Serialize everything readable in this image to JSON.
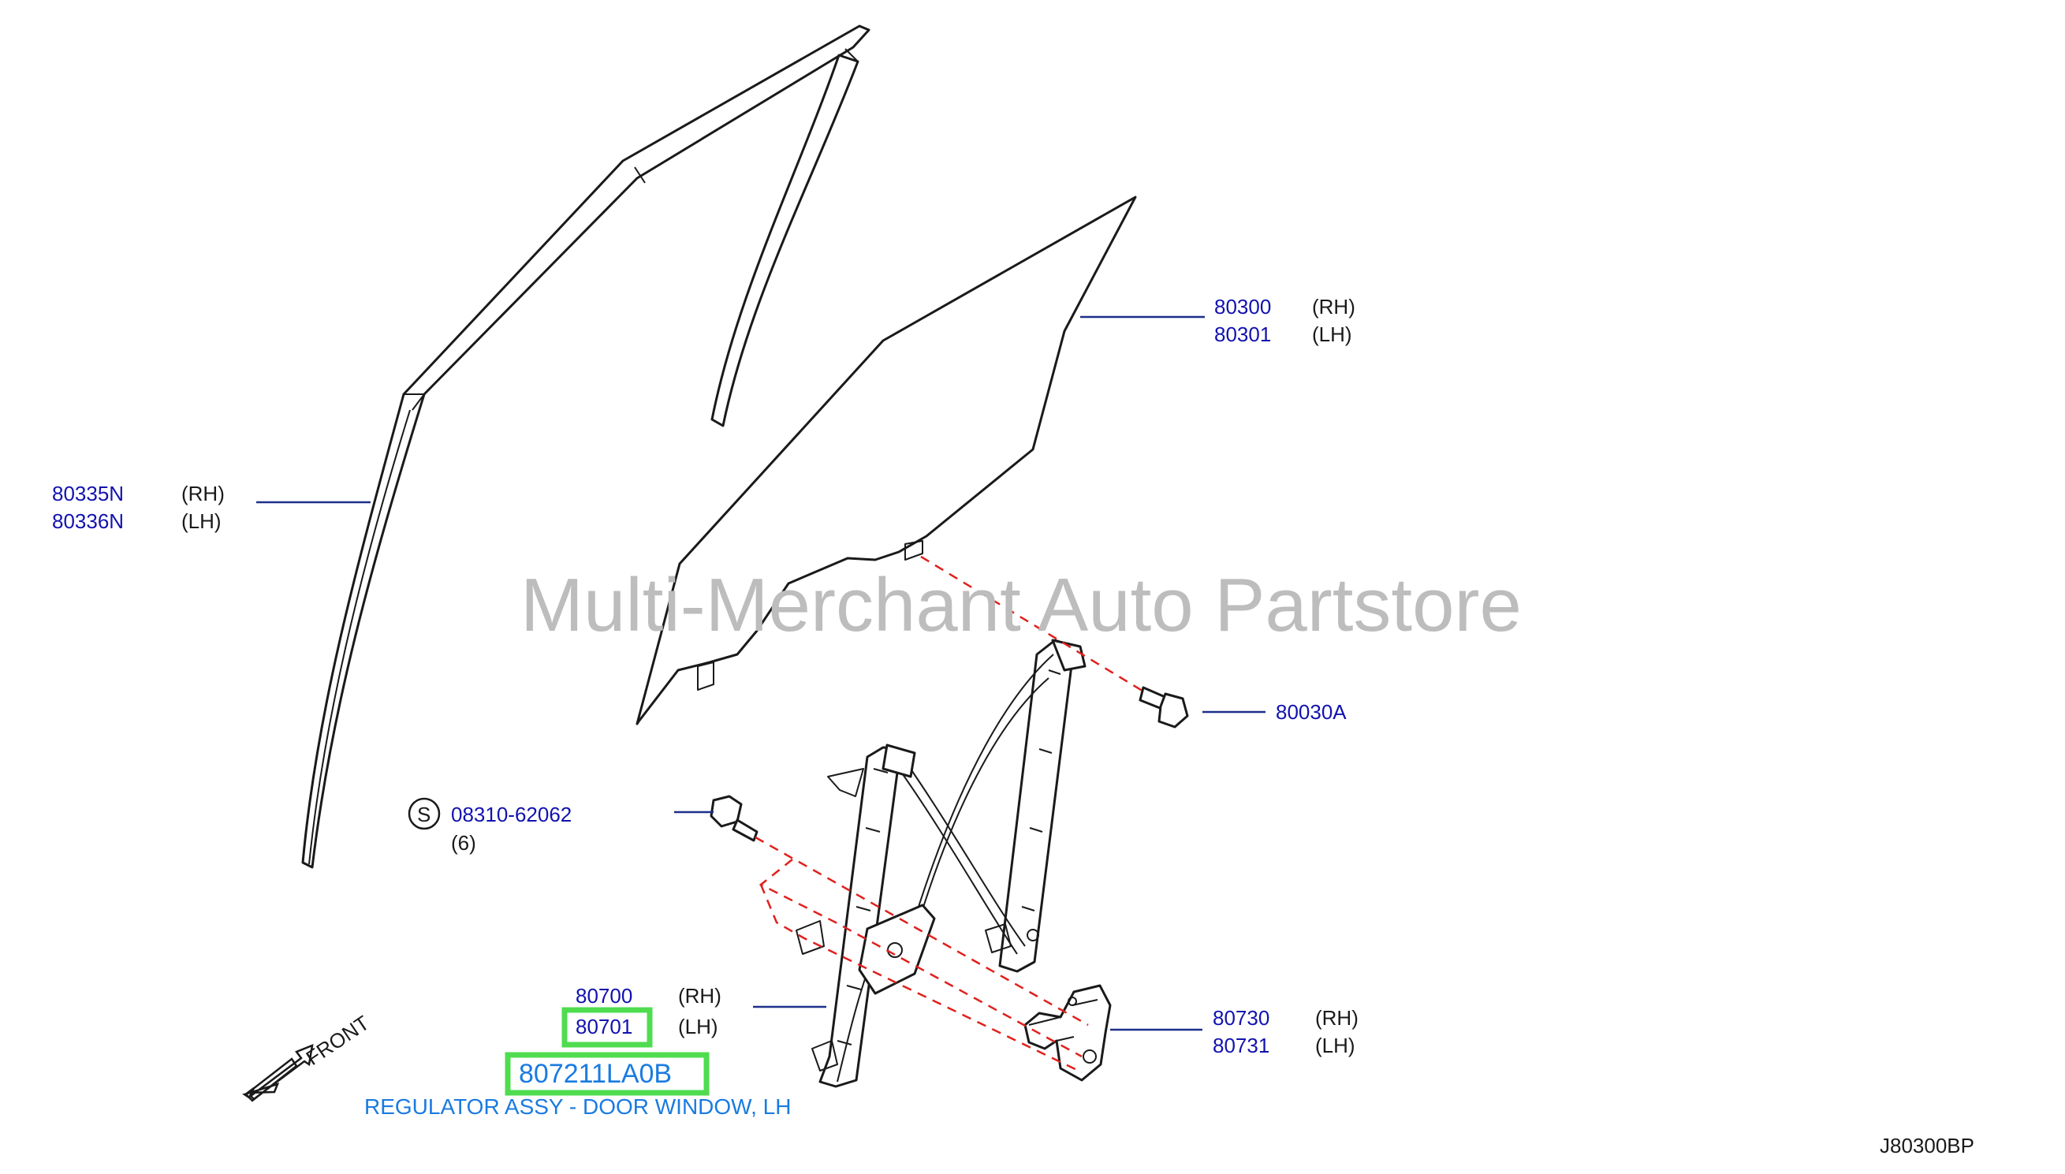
{
  "diagram_code": "J80300BP",
  "watermark": "Multi-Merchant Auto Partstore",
  "front_label": "FRONT",
  "sash": {
    "part_rh": "80335N",
    "side_rh": "(RH)",
    "part_lh": "80336N",
    "side_lh": "(LH)"
  },
  "glass": {
    "part_rh": "80300",
    "side_rh": "(RH)",
    "part_lh": "80301",
    "side_lh": "(LH)"
  },
  "bolt": {
    "part": "80030A"
  },
  "screw": {
    "symbol": "S",
    "part": "08310-62062",
    "qty": "(6)"
  },
  "regulator": {
    "part_rh": "80700",
    "side_rh": "(RH)",
    "part_lh": "80701",
    "side_lh": "(LH)",
    "oem_number": "807211LA0B",
    "description": "REGULATOR ASSY - DOOR WINDOW, LH"
  },
  "motor": {
    "part_rh": "80730",
    "side_rh": "(RH)",
    "part_lh": "80731",
    "side_lh": "(LH)"
  },
  "colors": {
    "part_number": "#1212b0",
    "highlight": "#4fdc4f",
    "assembly_line": "#e0201c",
    "description": "#1a7be0",
    "watermark": "#bdbdbd"
  }
}
